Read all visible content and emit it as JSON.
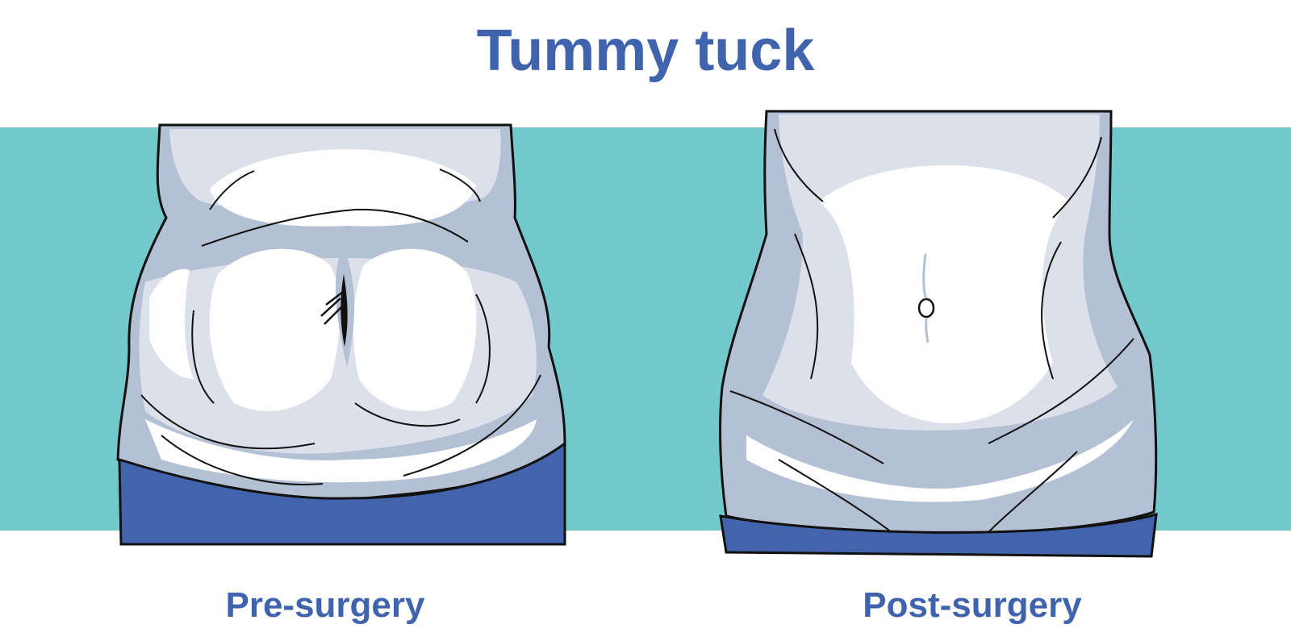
{
  "title": "Tummy tuck",
  "panels": [
    {
      "label": "Pre-surgery"
    },
    {
      "label": "Post-surgery"
    }
  ],
  "colors": {
    "title": "#3f63ad",
    "band": "#72c8cb",
    "skin_light": "#ffffff",
    "skin_mid": "#dbe0ea",
    "skin_shadow": "#b4c0d3",
    "garment": "#4364ad",
    "outline": "#111111"
  }
}
